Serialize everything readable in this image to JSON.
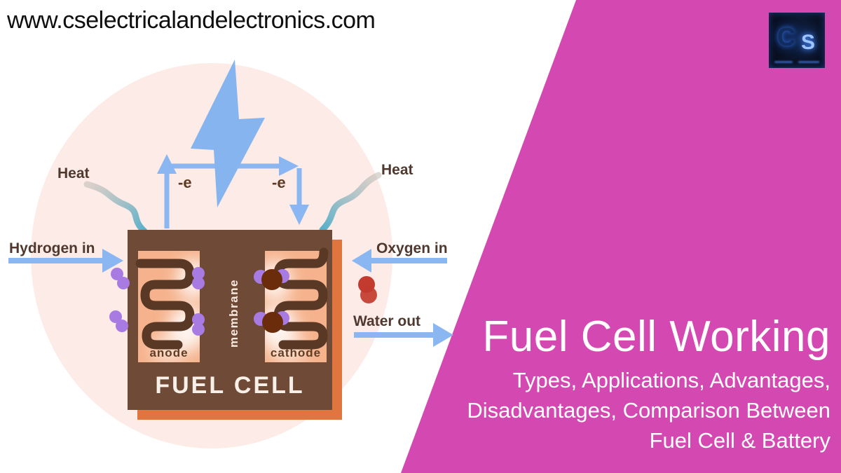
{
  "page": {
    "url_watermark": "www.cselectricalandelectronics.com",
    "background": "#ffffff"
  },
  "logo": {
    "letter_c": "C",
    "letter_s": "S"
  },
  "diagram": {
    "labels": {
      "heat": "Heat",
      "hydrogen_in": "Hydrogen in",
      "oxygen_in": "Oxygen in",
      "water_out": "Water out",
      "electron": "-e",
      "anode": "anode",
      "cathode": "cathode",
      "membrane": "membrane",
      "fuel_cell": "FUEL CELL"
    },
    "colors": {
      "halo_pink": "#fcebe6",
      "bolt_blue": "#85b4ef",
      "arrow_blue": "#8ab6f2",
      "cell_brown": "#6e4a37",
      "cell_shadow_orange": "#e0753f",
      "electrode_peach": "#f5b28c",
      "channel_brown": "#5a3826",
      "hydrogen_purple": "#a87be2",
      "oxygen_dark_brown": "#6b2c0c",
      "water_red": "#c23b2e",
      "heat_teal": "#4fadc9",
      "label_brown": "#4f392e"
    }
  },
  "title_panel": {
    "background": "#d449b1",
    "title": "Fuel Cell Working",
    "subtitle_lines": [
      "Types, Applications, Advantages,",
      "Disadvantages, Comparison Between",
      "Fuel Cell & Battery"
    ]
  }
}
